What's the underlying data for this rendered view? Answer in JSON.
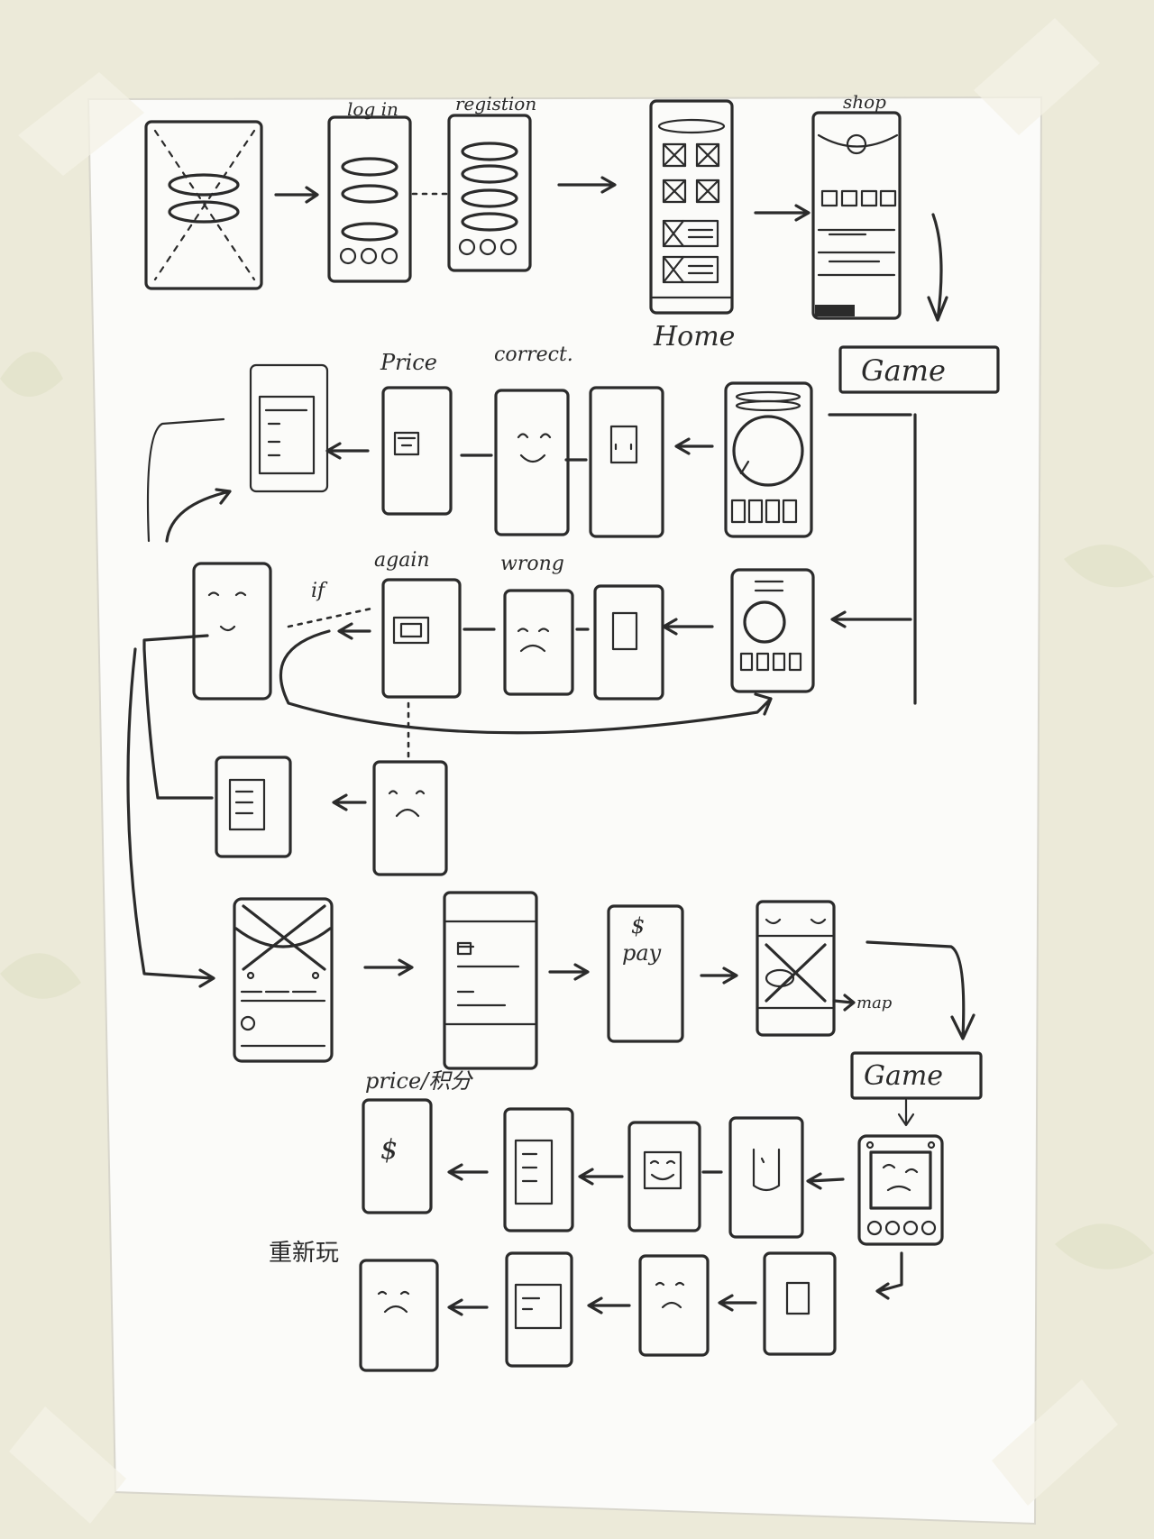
{
  "labels": {
    "login": "log in",
    "registration": "registion",
    "home": "Home",
    "shop": "shop",
    "game_top": "Game",
    "price_top": "Price",
    "correct": "correct.",
    "again": "again",
    "wrong": "wrong",
    "if": "if",
    "pay_dollar": "$",
    "pay": "pay",
    "map": "map",
    "game_bottom": "Game",
    "price_bottom": "price/积分",
    "dollar": "$",
    "restart": "重新玩"
  },
  "colors": {
    "board": "#fbfbf9",
    "ink": "#2b2b2b",
    "wall": "#ecead9"
  }
}
